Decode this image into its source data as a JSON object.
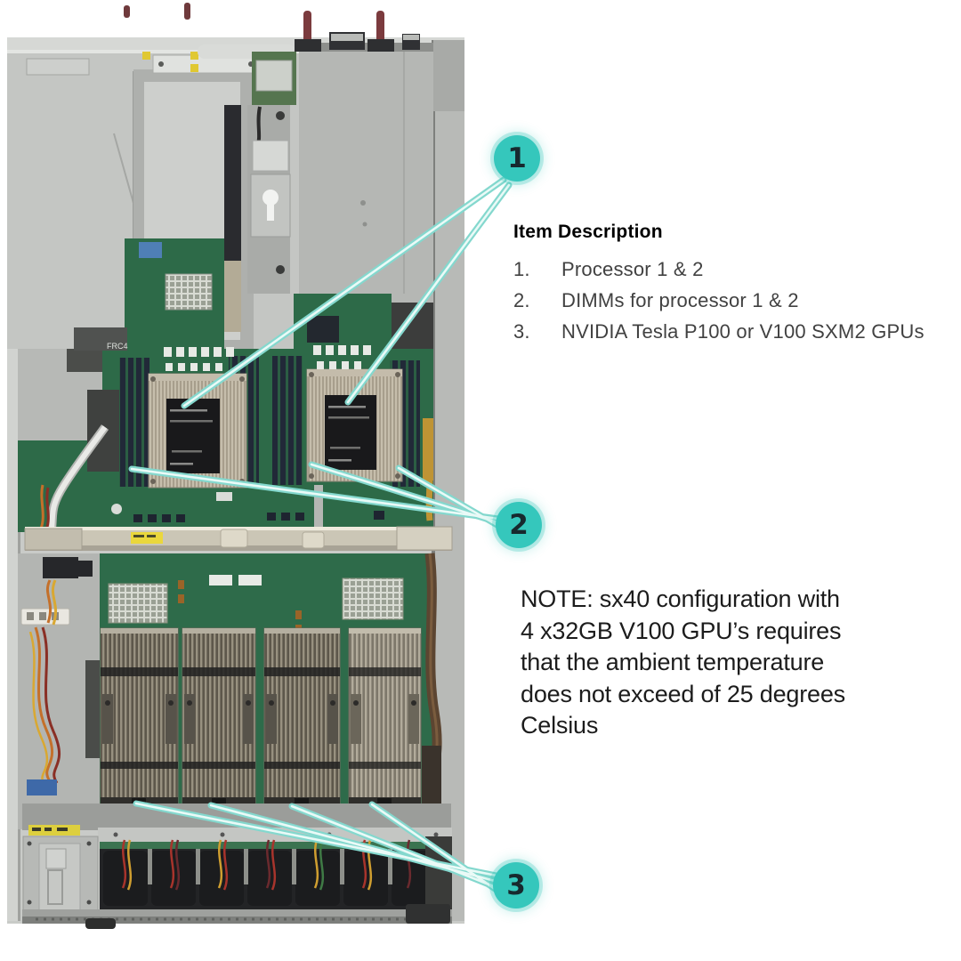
{
  "callouts": [
    {
      "label": "1",
      "target": "Processor heatsinks"
    },
    {
      "label": "2",
      "target": "DIMM banks"
    },
    {
      "label": "3",
      "target": "GPU heatsinks"
    }
  ],
  "legend": {
    "title": "Item Description",
    "items": [
      {
        "num": "1.",
        "text": "Processor 1 & 2"
      },
      {
        "num": "2.",
        "text": "DIMMs for processor 1 & 2"
      },
      {
        "num": "3.",
        "text": "NVIDIA Tesla P100 or V100 SXM2 GPUs"
      }
    ]
  },
  "note": {
    "text": "NOTE: sx40 configuration with\n4 x32GB V100 GPU’s requires\nthat the ambient temperature\ndoes not exceed of 25 degrees\nCelsius"
  },
  "colors": {
    "callout": "#35c7bc",
    "leader_edge": "#84d8ce",
    "leader_core": "#eafaf7",
    "pcb_green": "#2d6a48"
  }
}
